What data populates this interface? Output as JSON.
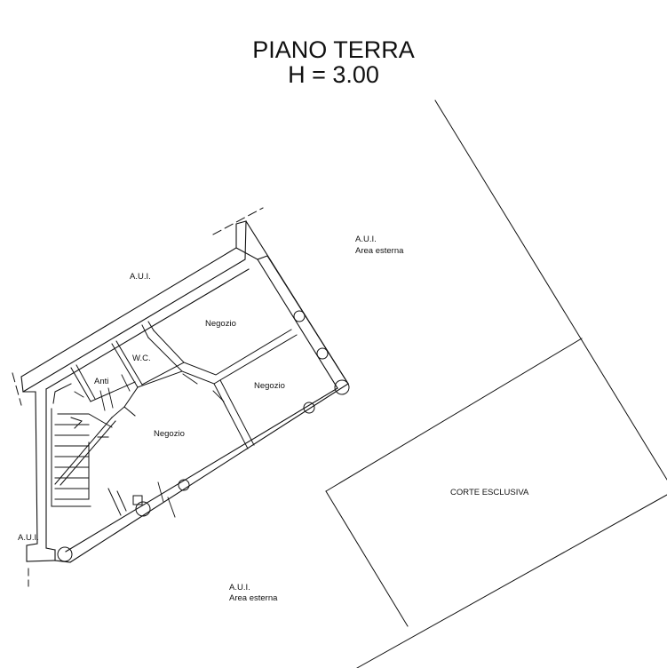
{
  "header": {
    "title": "PIANO TERRA",
    "height_label": "H = 3.00"
  },
  "labels": {
    "aui_top_left": "A.U.I.",
    "aui_top_right": "A.U.I.",
    "area_esterna_top": "Area esterna",
    "negozio_1": "Negozio",
    "negozio_2": "Negozio",
    "negozio_3": "Negozio",
    "wc": "W.C.",
    "anti": "Anti",
    "corte_esclusiva": "CORTE ESCLUSIVA",
    "aui_left": "A.U.I.",
    "aui_bottom": "A.U.I.",
    "area_esterna_bottom": "Area esterna"
  },
  "colors": {
    "line": "#111111",
    "background": "#ffffff"
  }
}
